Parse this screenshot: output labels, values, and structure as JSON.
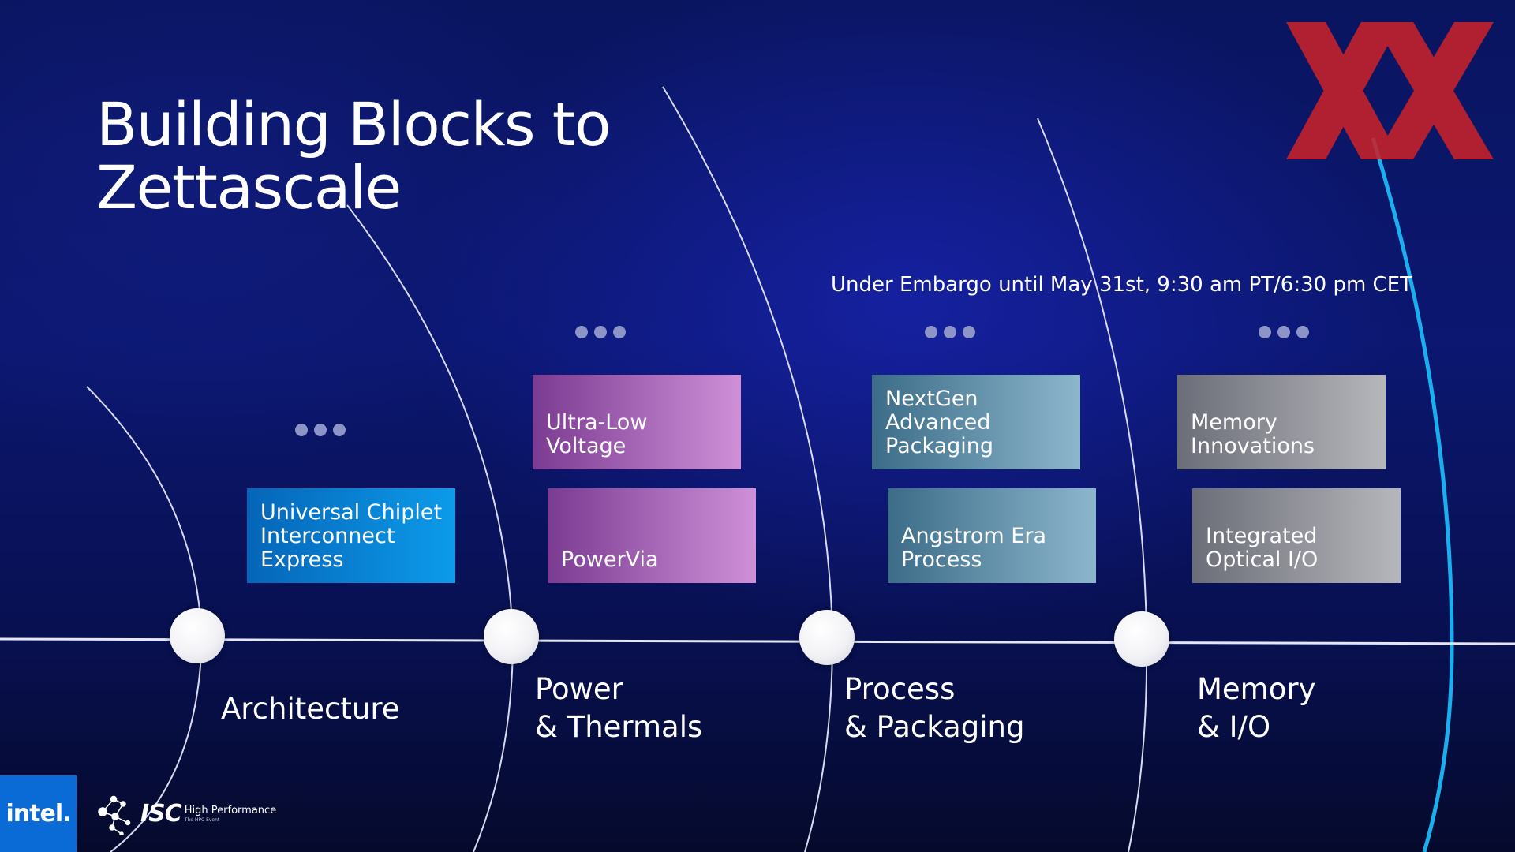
{
  "slide": {
    "title": "Building Blocks to\nZettascale",
    "embargo": "Under Embargo until May 31st, 9:30 am PT/6:30 pm CET"
  },
  "stages": [
    {
      "label": "Architecture",
      "cards": [
        "Universal Chiplet\nInterconnect\nExpress"
      ]
    },
    {
      "label": "Power\n& Thermals",
      "cards": [
        "Ultra-Low\nVoltage",
        "PowerVia"
      ]
    },
    {
      "label": "Process\n& Packaging",
      "cards": [
        "NextGen\nAdvanced\nPackaging",
        "Angstrom Era\nProcess"
      ]
    },
    {
      "label": "Memory\n& I/O",
      "cards": [
        "Memory\nInnovations",
        "Integrated\nOptical I/O"
      ]
    }
  ],
  "footer": {
    "intel_logo": "intel.",
    "isc_logo": "ISC",
    "isc_tagline": "High Performance",
    "isc_subtagline": "The HPC Event"
  },
  "colors": {
    "architecture": "#0d9bea",
    "power": "#b36ec4",
    "process": "#6d9ab4",
    "memory": "#9d9ea4",
    "accent_red": "#c8222a",
    "arc_blue": "#1ab0f0"
  },
  "icons": [
    "more-dots-icon",
    "intel-logo",
    "isc-logo",
    "watermark-logo"
  ]
}
